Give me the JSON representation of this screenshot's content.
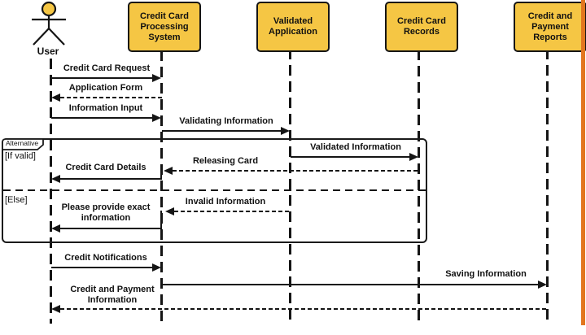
{
  "colors": {
    "node_fill": "#F5C644",
    "accent_bar": "#E2761E",
    "ink": "#151515"
  },
  "diagram": {
    "type": "uml-sequence",
    "actor": {
      "label": "User"
    },
    "lifelines": [
      {
        "label": "Credit Card Processing System"
      },
      {
        "label": "Validated Application"
      },
      {
        "label": "Credit Card Records"
      },
      {
        "label": "Credit and Payment Reports"
      }
    ],
    "frame": {
      "label": "Alternative",
      "guards": [
        "[If valid]",
        "[Else]"
      ]
    },
    "messages": [
      {
        "label": "Credit Card Request",
        "from": "User",
        "to": "Credit Card Processing System",
        "style": "solid"
      },
      {
        "label": "Application Form",
        "from": "Credit Card Processing System",
        "to": "User",
        "style": "dashed"
      },
      {
        "label": "Information Input",
        "from": "User",
        "to": "Credit Card Processing System",
        "style": "solid"
      },
      {
        "label": "Validating Information",
        "from": "Credit Card Processing System",
        "to": "Validated Application",
        "style": "solid"
      },
      {
        "label": "Validated Information",
        "from": "Validated Application",
        "to": "Credit Card Records",
        "style": "solid"
      },
      {
        "label": "Releasing Card",
        "from": "Credit Card Records",
        "to": "Credit Card Processing System",
        "style": "dashed"
      },
      {
        "label": "Credit Card Details",
        "from": "Credit Card Processing System",
        "to": "User",
        "style": "solid"
      },
      {
        "label": "Invalid Information",
        "from": "Validated Application",
        "to": "Credit Card Processing System",
        "style": "dashed"
      },
      {
        "label": "Please provide exact information",
        "from": "Credit Card Processing System",
        "to": "User",
        "style": "solid"
      },
      {
        "label": "Credit Notifications",
        "from": "User",
        "to": "Credit Card Processing System",
        "style": "solid"
      },
      {
        "label": "Saving Information",
        "from": "Credit Card Processing System",
        "to": "Credit and Payment Reports",
        "style": "solid"
      },
      {
        "label": "Credit and Payment Information",
        "from": "Credit and Payment Reports",
        "to": "User",
        "style": "dashed"
      }
    ]
  }
}
